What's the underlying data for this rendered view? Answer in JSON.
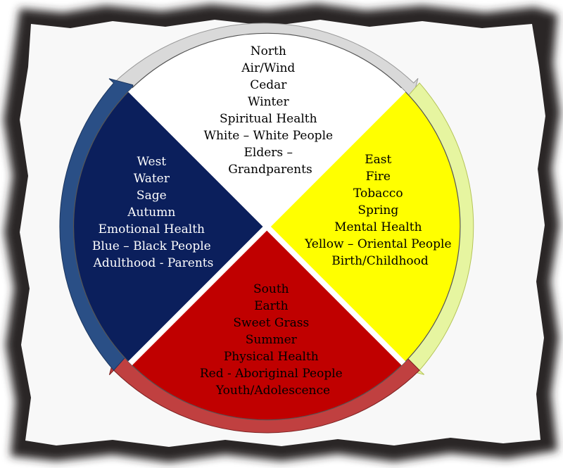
{
  "colors": {
    "north": "#ffffff",
    "east": "#ffff00",
    "south": "#c00000",
    "west": "#0b1f5c",
    "arrow_north": "#d9d9d9",
    "arrow_east": "#e6f5a0",
    "arrow_south": "#c04040",
    "arrow_west": "#2a4f86",
    "paper": "#f8f8f8"
  },
  "quadrants": {
    "north": {
      "lines": [
        "North",
        "Air/Wind",
        "Cedar",
        "Winter",
        "Spiritual Health",
        "White – White People",
        "Elders –",
        "Grandparents"
      ]
    },
    "east": {
      "lines": [
        "East",
        "Fire",
        "Tobacco",
        "Spring",
        "Mental Health",
        "Yellow – Oriental People",
        "Birth/Childhood"
      ]
    },
    "south": {
      "lines": [
        "South",
        "Earth",
        "Sweet Grass",
        "Summer",
        "Physical Health",
        "Red - Aboriginal People",
        "Youth/Adolescence"
      ]
    },
    "west": {
      "lines": [
        "West",
        "Water",
        "Sage",
        "Autumn",
        "Emotional Health",
        "Blue – Black People",
        "Adulthood - Parents"
      ]
    }
  }
}
